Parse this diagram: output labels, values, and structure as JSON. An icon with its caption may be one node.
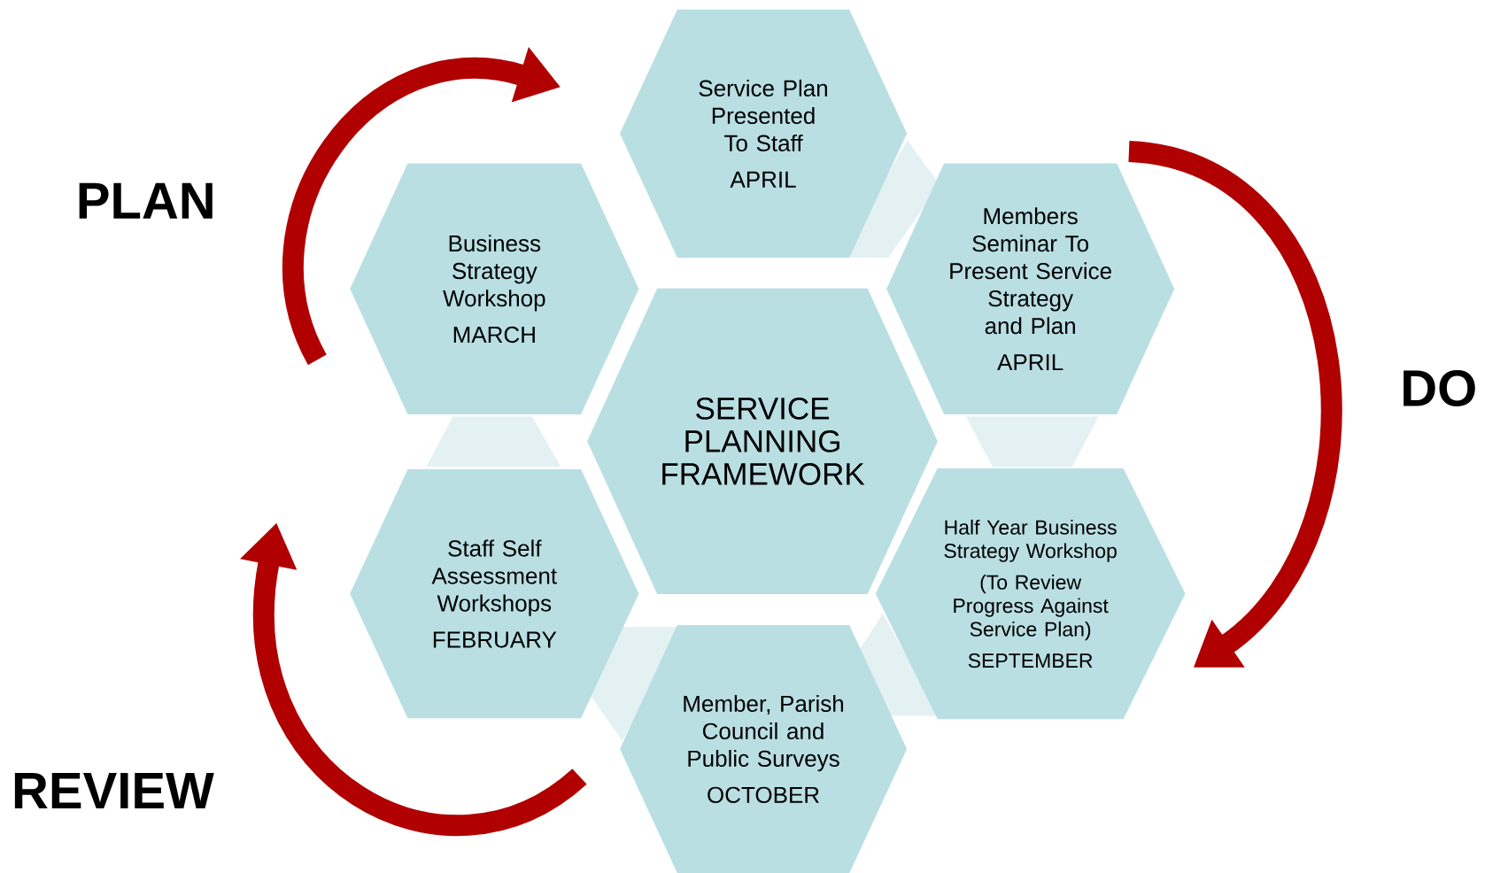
{
  "diagram": {
    "nodes": [
      {
        "text": [
          "Service Plan Presented To Staff",
          "APRIL"
        ]
      },
      {
        "text": [
          "Business Strategy Workshop",
          "MARCH"
        ]
      },
      {
        "text": [
          "Members Seminar To Present Service Strategy and Plan",
          "APRIL"
        ]
      },
      {
        "text": [
          "SERVICE PLANNING FRAMEWORK"
        ]
      },
      {
        "text": [
          "Staff Self Assessment Workshops",
          "FEBRUARY"
        ]
      },
      {
        "text": [
          "Half Year Business Strategy Workshop",
          "(To Review Progress Against Service Plan)",
          "SEPTEMBER"
        ]
      },
      {
        "text": [
          "Member, Parish Council and Public Surveys",
          "OCTOBER"
        ]
      }
    ],
    "labels": [
      "PLAN",
      "DO",
      "REVIEW"
    ]
  }
}
